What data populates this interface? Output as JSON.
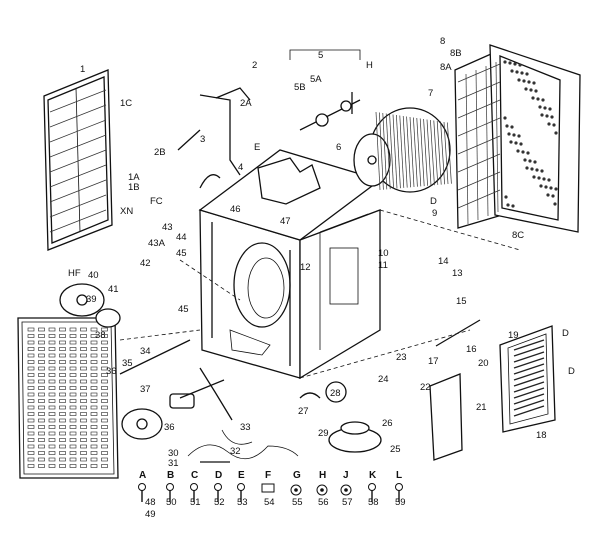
{
  "diagram": {
    "part_labels": [
      "1",
      "1C",
      "1A",
      "1B",
      "FC",
      "XN",
      "HF",
      "43",
      "43A",
      "42",
      "40",
      "39",
      "41",
      "38",
      "2",
      "2A",
      "2B",
      "3",
      "4",
      "E",
      "5",
      "5A",
      "5B",
      "H",
      "6",
      "7",
      "8",
      "8B",
      "8A",
      "8C",
      "D",
      "9",
      "10",
      "11",
      "12",
      "13",
      "14",
      "44",
      "45",
      "46",
      "47",
      "34",
      "35",
      "36",
      "37",
      "33",
      "32",
      "30",
      "31",
      "28",
      "27",
      "29",
      "24",
      "23",
      "22",
      "26",
      "25",
      "17",
      "16",
      "15",
      "19",
      "20",
      "21",
      "18"
    ],
    "hardware_row": [
      {
        "letter": "A",
        "numbers": [
          "48",
          "49"
        ]
      },
      {
        "letter": "B",
        "numbers": [
          "50"
        ]
      },
      {
        "letter": "C",
        "numbers": [
          "51"
        ]
      },
      {
        "letter": "D",
        "numbers": [
          "52"
        ]
      },
      {
        "letter": "E",
        "numbers": [
          "53"
        ]
      },
      {
        "letter": "F",
        "numbers": [
          "54"
        ]
      },
      {
        "letter": "G",
        "numbers": [
          "55"
        ]
      },
      {
        "letter": "H",
        "numbers": [
          "56"
        ]
      },
      {
        "letter": "J",
        "numbers": [
          "57"
        ]
      },
      {
        "letter": "K",
        "numbers": [
          "58"
        ]
      },
      {
        "letter": "L",
        "numbers": [
          "59"
        ]
      }
    ]
  }
}
